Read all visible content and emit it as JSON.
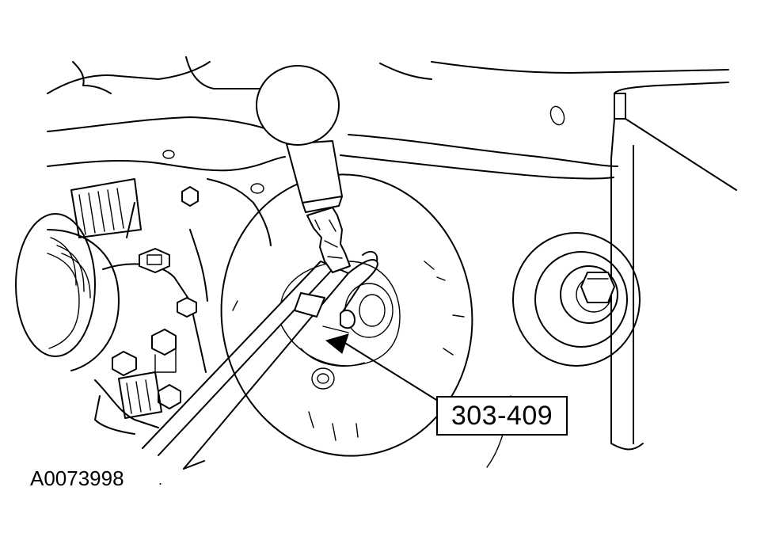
{
  "figure": {
    "callout_label": "303-409",
    "reference_id": "A0073998"
  },
  "icons": [
    "crankshaft-pulley",
    "holding-tool-303-409",
    "bolt",
    "callout-arrow"
  ]
}
